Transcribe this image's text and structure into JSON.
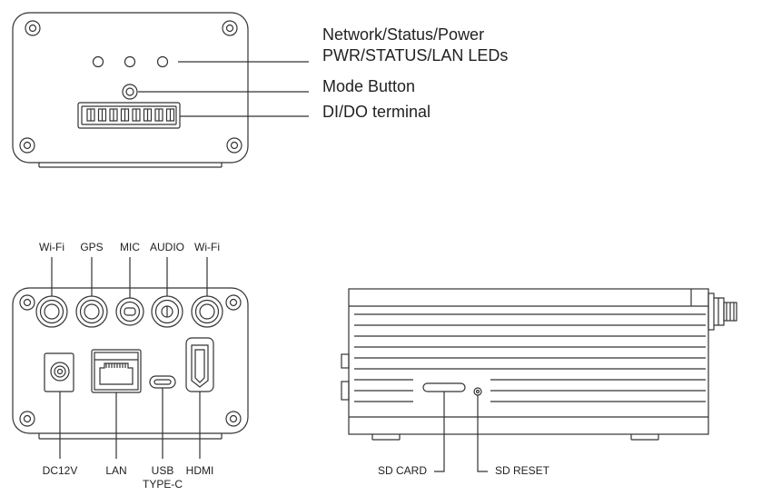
{
  "top_panel": {
    "callouts": {
      "leds_line1": "Network/Status/Power",
      "leds_line2": "PWR/STATUS/LAN LEDs",
      "mode_button": "Mode Button",
      "dido": "DI/DO terminal"
    }
  },
  "front_panel": {
    "top_labels": [
      "Wi-Fi",
      "GPS",
      "MIC",
      "AUDIO",
      "Wi-Fi"
    ],
    "bottom_labels": {
      "dc12v": "DC12V",
      "lan": "LAN",
      "usb_line1": "USB",
      "usb_line2": "TYPE-C",
      "hdmi": "HDMI"
    }
  },
  "side_panel": {
    "labels": {
      "sd_card": "SD CARD",
      "sd_reset": "SD RESET"
    }
  }
}
